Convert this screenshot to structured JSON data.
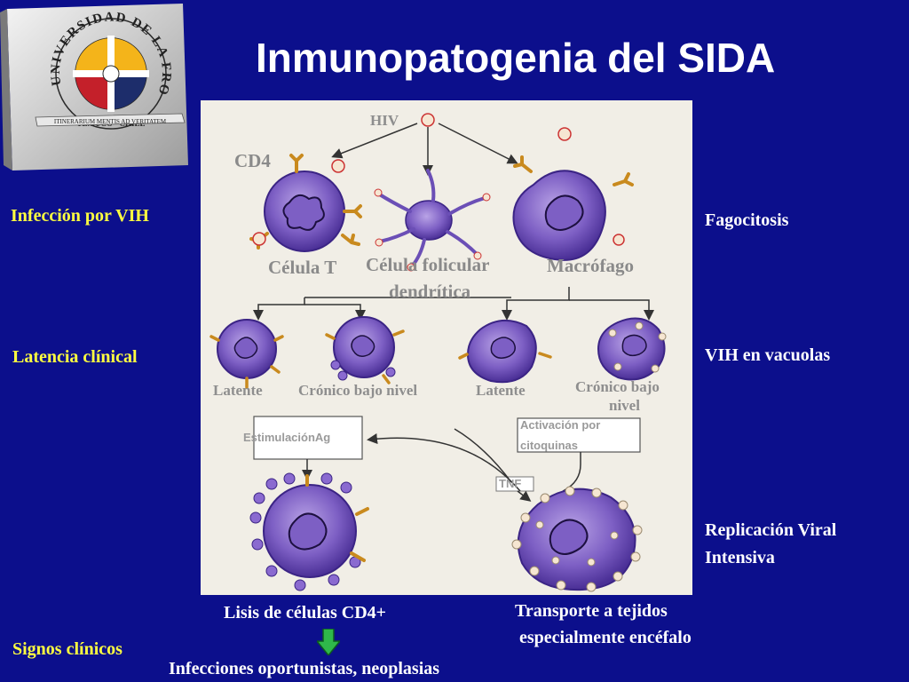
{
  "title": "Inmunopatogenia del SIDA",
  "logo": {
    "ring_text": "UNIVERSIDAD DE LA FRONTERA",
    "city_text": "TEMUCO · CHILE",
    "motto": "ITINERARIUM MENTIS AD VERITATEM"
  },
  "left_labels": {
    "infeccion": "Infección por VIH",
    "latencia": "Latencia clínical",
    "signos": "Signos clínicos"
  },
  "right_labels": {
    "fagocitosis": "Fagocitosis",
    "vacuolas": "VIH en vacuolas",
    "replicacion_1": "Replicación  Viral",
    "replicacion_2": "Intensiva"
  },
  "diagram": {
    "hiv": "HIV",
    "cd4": "CD4",
    "celula_t": "Célula T",
    "folicular_1": "Célula folicular",
    "folicular_2": "dendrítica",
    "macrofago": "Macrófago",
    "latente_a": "Latente",
    "cronico_a": "Crónico bajo nivel",
    "latente_b": "Latente",
    "cronico_b_1": "Crónico bajo",
    "cronico_b_2": "nivel",
    "estimulacion": "EstimulaciónAg",
    "activacion_1": "Activación por",
    "activacion_2": "citoquinas",
    "tnf": "TNF"
  },
  "bottom": {
    "lisis": "Lisis de células CD4+",
    "transporte_1": "Transporte a tejidos",
    "transporte_2": " especialmente encéfalo",
    "infecciones": "Infecciones oportunistas, neoplasias"
  },
  "colors": {
    "background": "#0c0f8c",
    "side_label": "#ffff40",
    "panel": "#f1eee6",
    "cell": "#6b4fb6",
    "receptor": "#d79a2a",
    "arrow_green": "#2fb84a"
  }
}
